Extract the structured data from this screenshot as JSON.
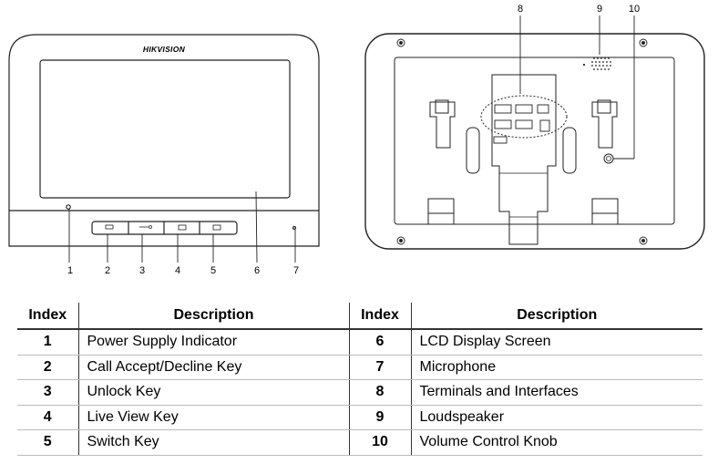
{
  "figure": {
    "brand": "HIKVISION",
    "front_callouts": [
      "1",
      "2",
      "3",
      "4",
      "5",
      "6",
      "7"
    ],
    "rear_callouts": [
      "8",
      "9",
      "10"
    ]
  },
  "table": {
    "headers": [
      "Index",
      "Description",
      "Index",
      "Description"
    ],
    "left_rows": [
      {
        "index": "1",
        "description": "Power Supply Indicator"
      },
      {
        "index": "2",
        "description": "Call Accept/Decline Key"
      },
      {
        "index": "3",
        "description": "Unlock Key"
      },
      {
        "index": "4",
        "description": "Live View Key"
      },
      {
        "index": "5",
        "description": "Switch Key"
      }
    ],
    "right_rows": [
      {
        "index": "6",
        "description": "LCD Display Screen"
      },
      {
        "index": "7",
        "description": "Microphone"
      },
      {
        "index": "8",
        "description": "Terminals and Interfaces"
      },
      {
        "index": "9",
        "description": "Loudspeaker"
      },
      {
        "index": "10",
        "description": "Volume Control Knob"
      }
    ]
  }
}
